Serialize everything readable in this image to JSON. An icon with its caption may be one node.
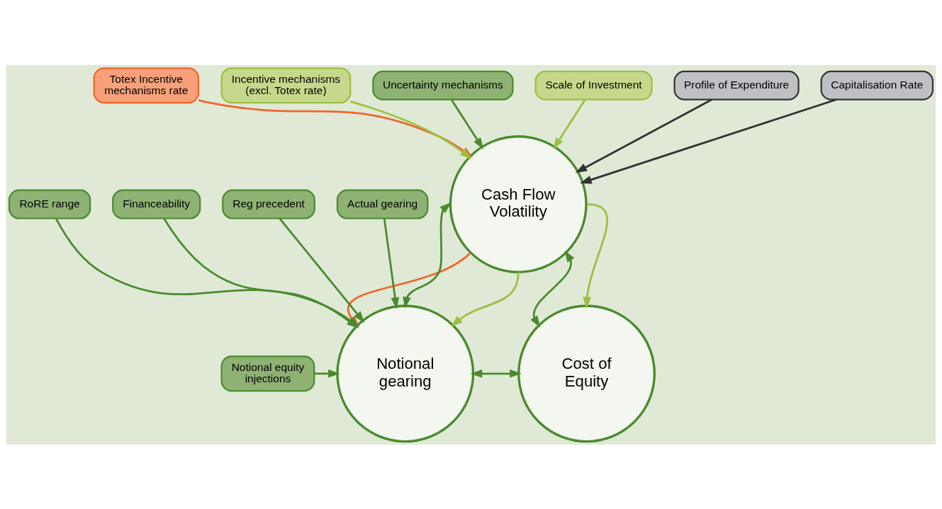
{
  "diagram": {
    "nodes": [
      {
        "text": [
          "Totex Incentive mechanisms rate"
        ]
      },
      {
        "text": [
          "Incentive mechanisms (excl. Totex rate)"
        ]
      },
      {
        "text": [
          "Uncertainty mechanisms"
        ]
      },
      {
        "text": [
          "Scale of Investment"
        ]
      },
      {
        "text": [
          "Profile of Expenditure"
        ]
      },
      {
        "text": [
          "Capitalisation Rate"
        ]
      },
      {
        "text": [
          "Cash Flow Volatility"
        ]
      },
      {
        "text": [
          "Notional equity injections"
        ]
      },
      {
        "text": [
          "Notional gearing"
        ]
      },
      {
        "text": [
          "Cost of Equity"
        ]
      },
      {
        "text": [
          "Financeability"
        ]
      },
      {
        "text": [
          "Reg precedent"
        ]
      },
      {
        "text": [
          "Actual gearing"
        ]
      },
      {
        "text": [
          "RoRE range"
        ]
      }
    ],
    "edges": [
      {
        "from": 0,
        "to": 6,
        "arrow": "to",
        "color": "#f0652e"
      },
      {
        "from": 1,
        "to": 6,
        "arrow": "to",
        "color": "#9bc03f"
      },
      {
        "from": 2,
        "to": 6,
        "arrow": "to"
      },
      {
        "from": 3,
        "to": 6,
        "arrow": "to",
        "color": "#9bc03f"
      },
      {
        "from": 4,
        "to": 6,
        "arrow": "to",
        "color": "#333333"
      },
      {
        "from": 5,
        "to": 6,
        "arrow": "to",
        "color": "#333333"
      },
      {
        "from": 6,
        "to": 8,
        "arrow": "to",
        "color": "#f0652e"
      },
      {
        "from": 6,
        "to": 9,
        "arrow": "to",
        "color": "#9bc03f"
      },
      {
        "from": 6,
        "to": 8,
        "arrow": "both"
      },
      {
        "from": 6,
        "to": 9,
        "arrow": "both"
      },
      {
        "from": 6,
        "to": 8,
        "arrow": "to",
        "color": "#9bc03f"
      },
      {
        "from": 7,
        "to": 8,
        "arrow": "to"
      },
      {
        "from": 8,
        "to": 9,
        "arrow": "both"
      },
      {
        "from": 10,
        "to": 8,
        "arrow": "to"
      },
      {
        "from": 11,
        "to": 8,
        "arrow": "to"
      },
      {
        "from": 12,
        "to": 8,
        "arrow": "to"
      },
      {
        "from": 13,
        "to": 8,
        "arrow": "to"
      }
    ]
  }
}
